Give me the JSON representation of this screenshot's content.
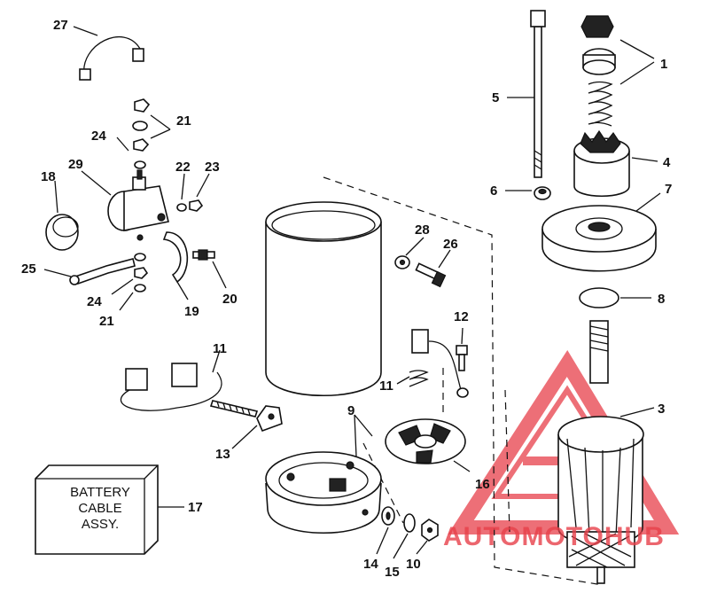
{
  "callouts": [
    {
      "id": "c1",
      "label": "1"
    },
    {
      "id": "c2",
      "label": "3"
    },
    {
      "id": "c3",
      "label": "4"
    },
    {
      "id": "c4",
      "label": "5"
    },
    {
      "id": "c5",
      "label": "6"
    },
    {
      "id": "c6",
      "label": "7"
    },
    {
      "id": "c7",
      "label": "8"
    },
    {
      "id": "c8",
      "label": "9"
    },
    {
      "id": "c9",
      "label": "10"
    },
    {
      "id": "c10",
      "label": "11"
    },
    {
      "id": "c11",
      "label": "11"
    },
    {
      "id": "c12",
      "label": "12"
    },
    {
      "id": "c13",
      "label": "13"
    },
    {
      "id": "c14",
      "label": "14"
    },
    {
      "id": "c15",
      "label": "15"
    },
    {
      "id": "c16",
      "label": "16"
    },
    {
      "id": "c17",
      "label": "17"
    },
    {
      "id": "c18",
      "label": "18"
    },
    {
      "id": "c19",
      "label": "19"
    },
    {
      "id": "c20",
      "label": "20"
    },
    {
      "id": "c21",
      "label": "21"
    },
    {
      "id": "c22",
      "label": "21"
    },
    {
      "id": "c23",
      "label": "22"
    },
    {
      "id": "c24",
      "label": "23"
    },
    {
      "id": "c25",
      "label": "24"
    },
    {
      "id": "c26",
      "label": "24"
    },
    {
      "id": "c27",
      "label": "25"
    },
    {
      "id": "c28",
      "label": "26"
    },
    {
      "id": "c29",
      "label": "27"
    },
    {
      "id": "c30",
      "label": "28"
    },
    {
      "id": "c31",
      "label": "29"
    }
  ],
  "battery_box": {
    "line1": "BATTERY",
    "line2": "CABLE",
    "line3": "ASSY."
  },
  "watermark": {
    "text": "AUTOMOTOHUB",
    "color": "#e8404a"
  }
}
